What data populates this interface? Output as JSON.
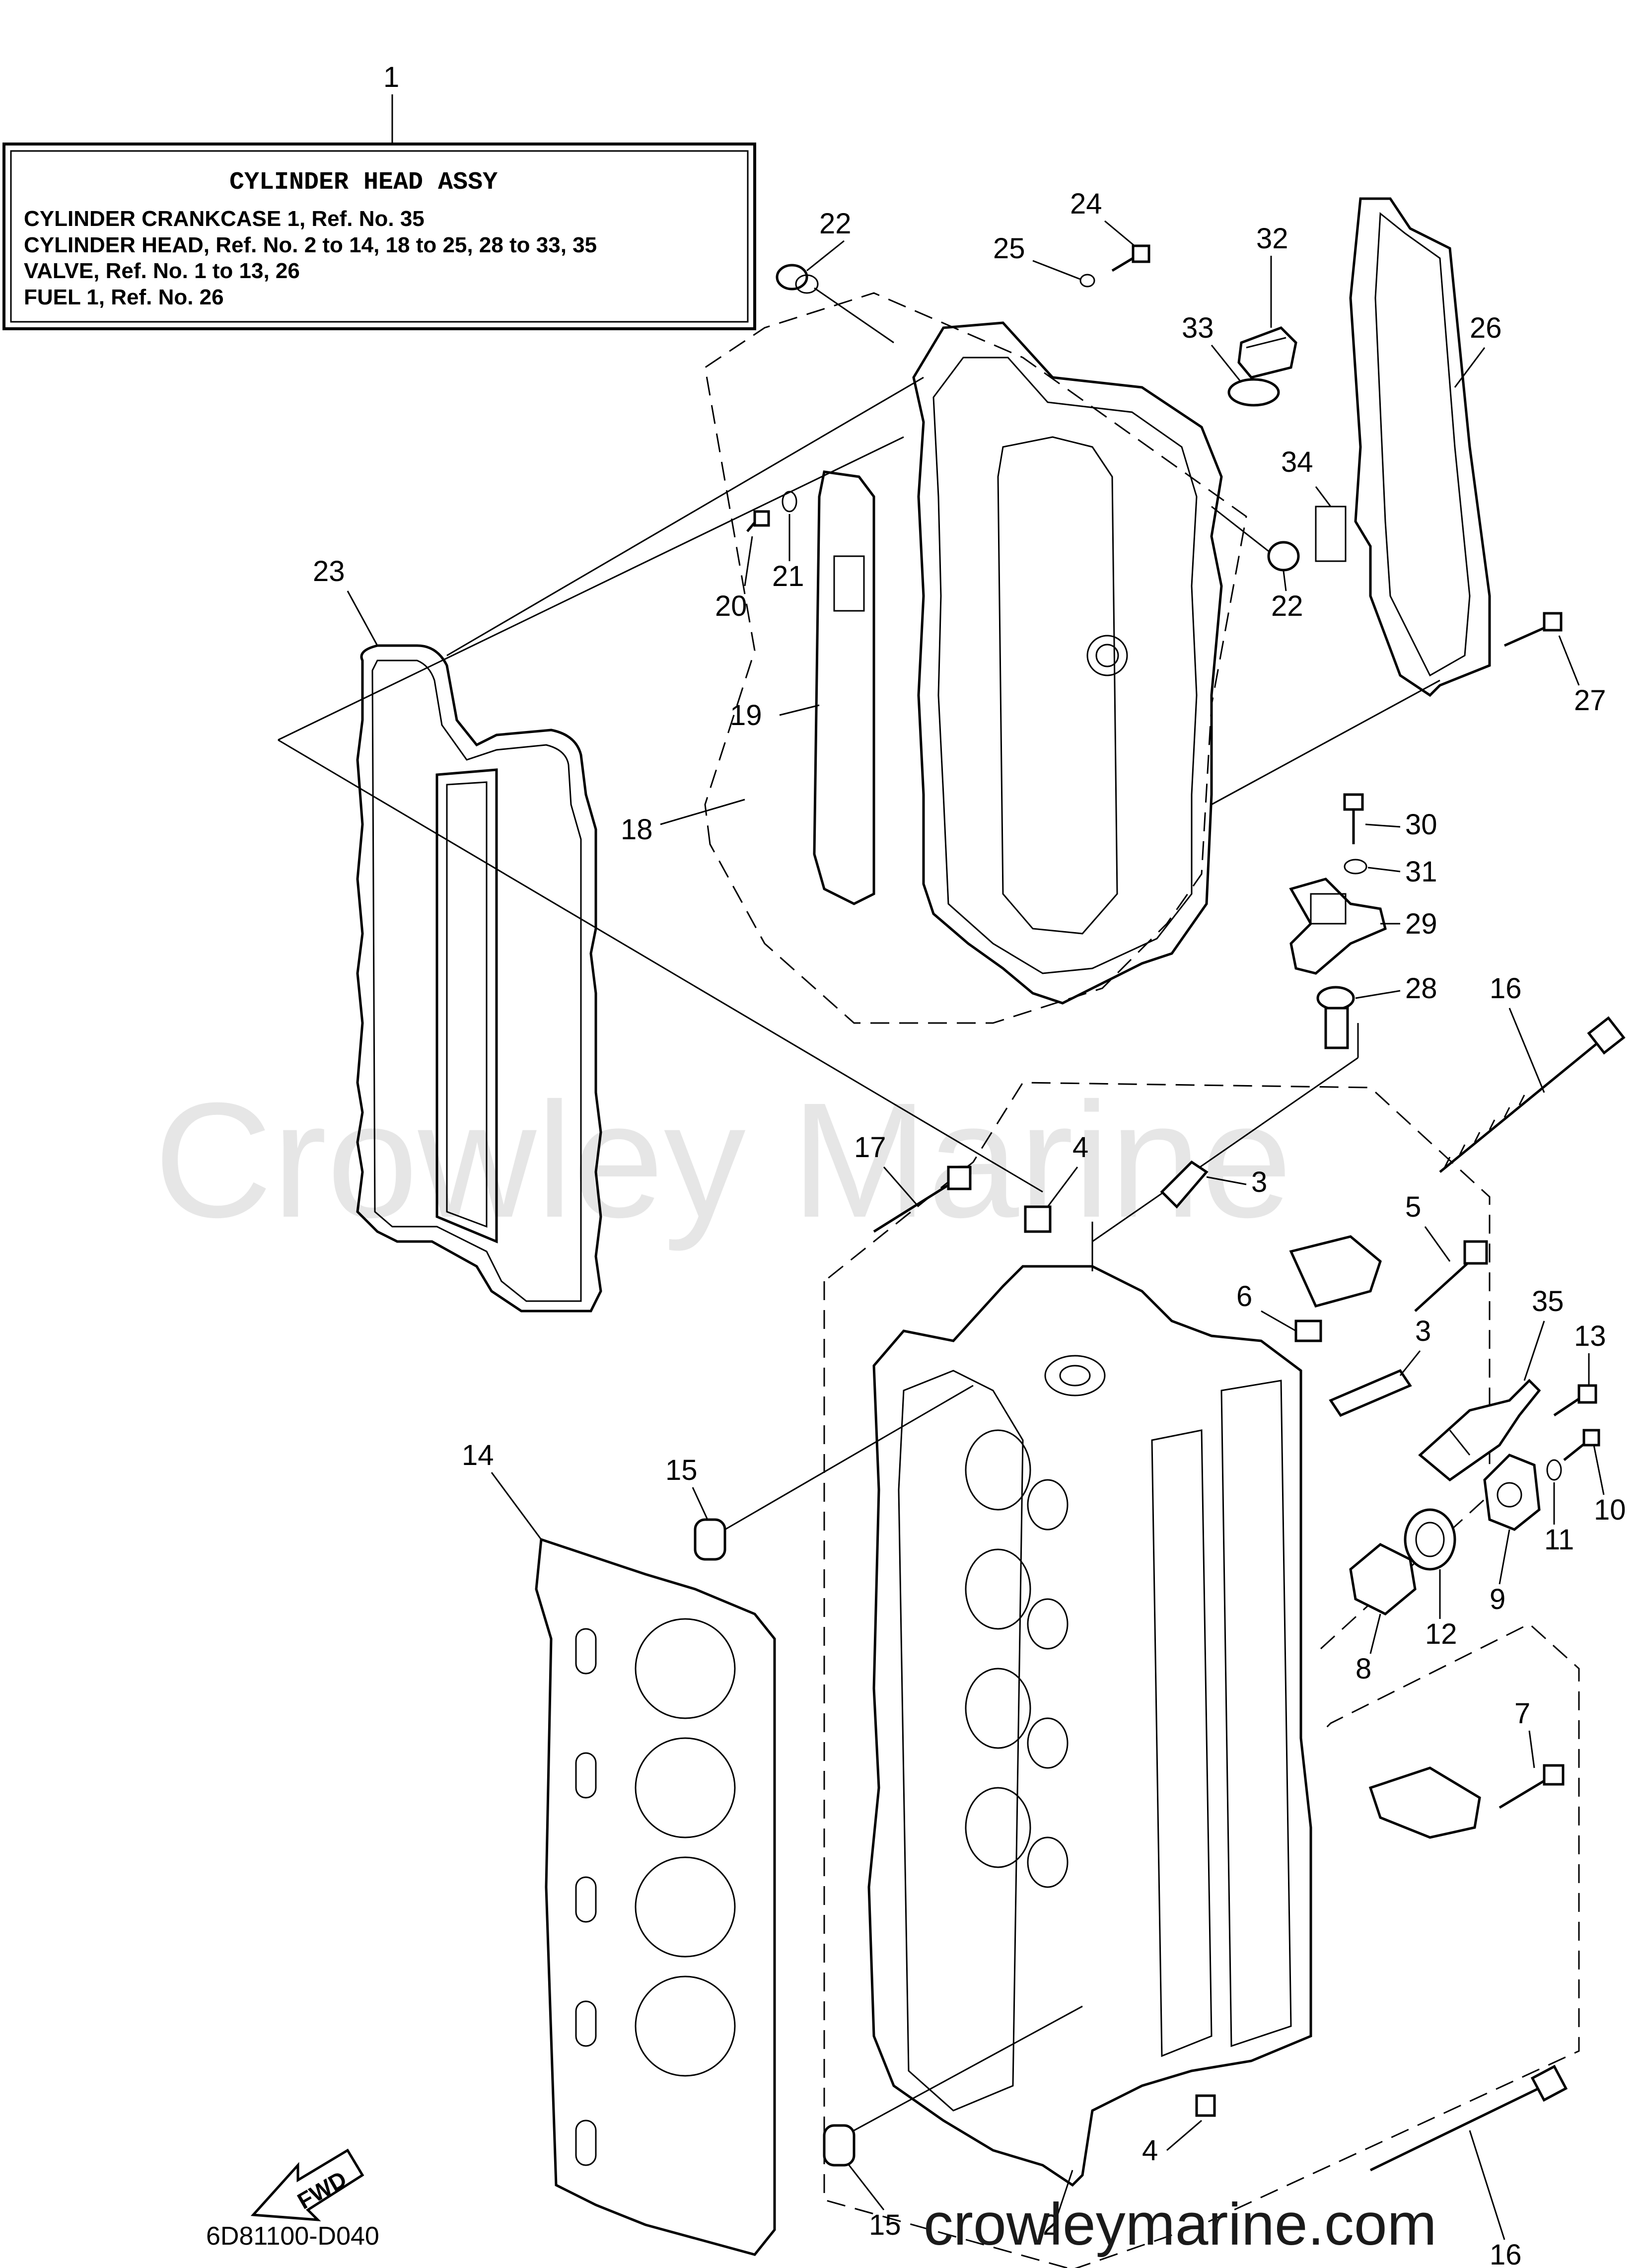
{
  "title_box": {
    "ref": "1",
    "title": "CYLINDER HEAD ASSY",
    "lines": [
      "CYLINDER CRANKCASE 1,   Ref. No. 35",
      "CYLINDER HEAD,   Ref. No. 2 to 14, 18 to 25, 28 to 33, 35",
      "VALVE, Ref. No. 1 to 13, 26",
      "FUEL 1, Ref. No. 26"
    ]
  },
  "part_labels": [
    "22",
    "24",
    "25",
    "32",
    "33",
    "26",
    "34",
    "23",
    "20",
    "21",
    "19",
    "22",
    "27",
    "18",
    "30",
    "31",
    "29",
    "28",
    "16",
    "17",
    "4",
    "3",
    "5",
    "6",
    "3",
    "35",
    "13",
    "14",
    "15",
    "10",
    "11",
    "9",
    "12",
    "8",
    "7",
    "4",
    "16",
    "15",
    "2"
  ],
  "diagram_code": "6D81100-D040",
  "fwd_label": "FWD",
  "watermark": "Crowley Marine",
  "site_url": "crowleymarine.com"
}
